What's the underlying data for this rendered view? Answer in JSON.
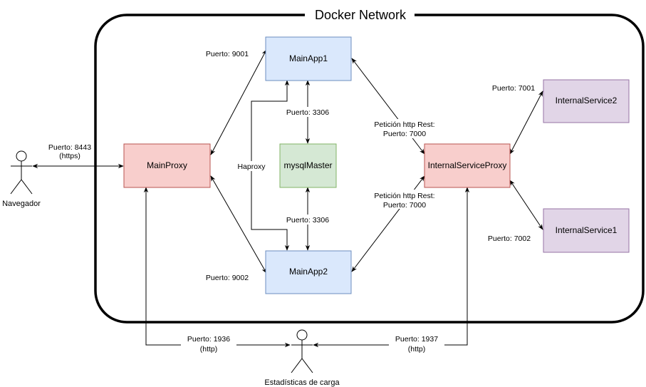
{
  "network": {
    "title": "Docker Network"
  },
  "nodes": {
    "mainproxy": {
      "label": "MainProxy",
      "fill": "#f8cecc",
      "stroke": "#b85450"
    },
    "mainapp1": {
      "label": "MainApp1",
      "fill": "#dae8fc",
      "stroke": "#6c8ebf"
    },
    "mainapp2": {
      "label": "MainApp2",
      "fill": "#dae8fc",
      "stroke": "#6c8ebf"
    },
    "mysqlmaster": {
      "label": "mysqlMaster",
      "fill": "#d5e8d4",
      "stroke": "#82b366"
    },
    "internalserviceproxy": {
      "label": "InternalServiceProxy",
      "fill": "#f8cecc",
      "stroke": "#b85450"
    },
    "internalservice2": {
      "label": "InternalService2",
      "fill": "#e1d5e7",
      "stroke": "#9673a6"
    },
    "internalservice1": {
      "label": "InternalService1",
      "fill": "#e1d5e7",
      "stroke": "#9673a6"
    }
  },
  "actors": {
    "navegador": {
      "label": "Navegador"
    },
    "estadisticas": {
      "label": "Estadísticas de carga"
    }
  },
  "edges": {
    "browser_proxy": {
      "line1": "Puerto: 8443",
      "line2": "(https)"
    },
    "proxy_app1": {
      "label": "Puerto: 9001"
    },
    "proxy_app2": {
      "label": "Puerto: 9002"
    },
    "app1_mysql": {
      "label": "Puerto: 3306"
    },
    "app2_mysql": {
      "label": "Puerto: 3306"
    },
    "haproxy": {
      "label": "Haproxy"
    },
    "app1_isp": {
      "line1": "Petición http Rest:",
      "line2": "Puerto: 7000"
    },
    "app2_isp": {
      "line1": "Petición http Rest:",
      "line2": "Puerto: 7000"
    },
    "isp_is2": {
      "label": "Puerto: 7001"
    },
    "isp_is1": {
      "label": "Puerto: 7002"
    },
    "proxy_stats": {
      "line1": "Puerto: 1936",
      "line2": "(http)"
    },
    "isp_stats": {
      "line1": "Puerto: 1937",
      "line2": "(http)"
    }
  }
}
